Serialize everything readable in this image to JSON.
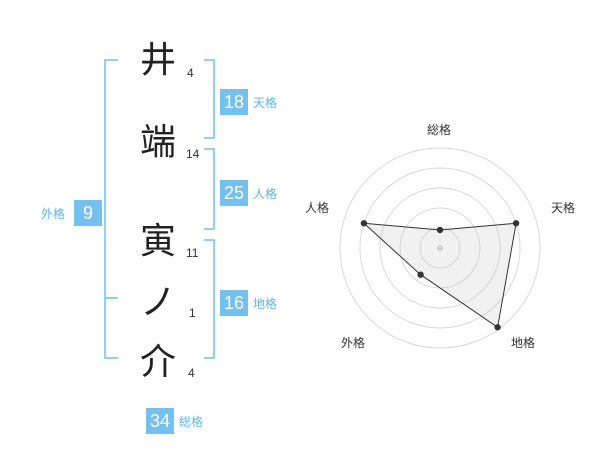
{
  "name": {
    "chars": [
      {
        "char": "井",
        "strokes": "4"
      },
      {
        "char": "端",
        "strokes": "14"
      },
      {
        "char": "寅",
        "strokes": "11"
      },
      {
        "char": "ノ",
        "strokes": "1"
      },
      {
        "char": "介",
        "strokes": "4"
      }
    ]
  },
  "fortunes": {
    "tenkaku": {
      "label": "天格",
      "value": "18"
    },
    "jinkaku": {
      "label": "人格",
      "value": "25"
    },
    "chikaku": {
      "label": "地格",
      "value": "16"
    },
    "gaikaku": {
      "label": "外格",
      "value": "9"
    },
    "soukaku": {
      "label": "総格",
      "value": "34"
    }
  },
  "colors": {
    "accent": "#74c1f0",
    "accent_text": "#5bb6ea",
    "bracket": "#6cc0f0"
  },
  "chart_data": {
    "type": "radar",
    "axes": [
      "総格",
      "天格",
      "地格",
      "外格",
      "人格"
    ],
    "values": [
      0.18,
      0.8,
      0.98,
      0.33,
      0.8
    ],
    "rings": 5,
    "max": 1
  }
}
